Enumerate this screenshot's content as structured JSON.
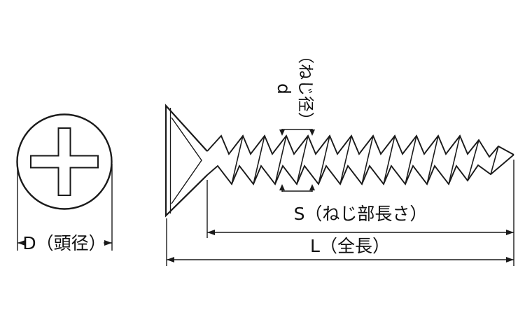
{
  "diagram": {
    "front_view": {
      "head_diameter_label": "D（頭径）"
    },
    "side_view": {
      "thread_diameter_label_d": "d",
      "thread_diameter_label_paren": "（ねじ径）",
      "thread_length_label": "S（ねじ部長さ）",
      "total_length_label": "L（全長）"
    },
    "colors": {
      "line": "#1a1a1a",
      "background": "#ffffff"
    }
  }
}
